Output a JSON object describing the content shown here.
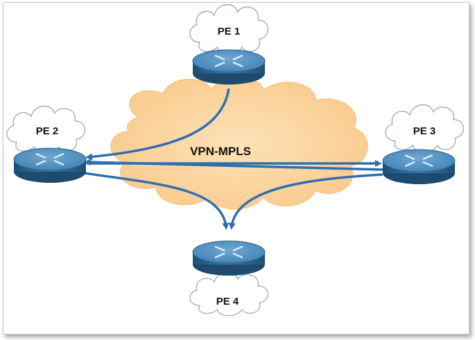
{
  "diagram": {
    "center_label": "VPN-MPLS",
    "nodes": [
      {
        "id": "pe1",
        "label": "PE 1"
      },
      {
        "id": "pe2",
        "label": "PE 2"
      },
      {
        "id": "pe3",
        "label": "PE 3"
      },
      {
        "id": "pe4",
        "label": "PE 4"
      }
    ],
    "colors": {
      "core_cloud": "#fcd7a0",
      "router_top": "#4e8fbd",
      "router_side": "#2a5f86",
      "link": "#2f6fae"
    }
  }
}
